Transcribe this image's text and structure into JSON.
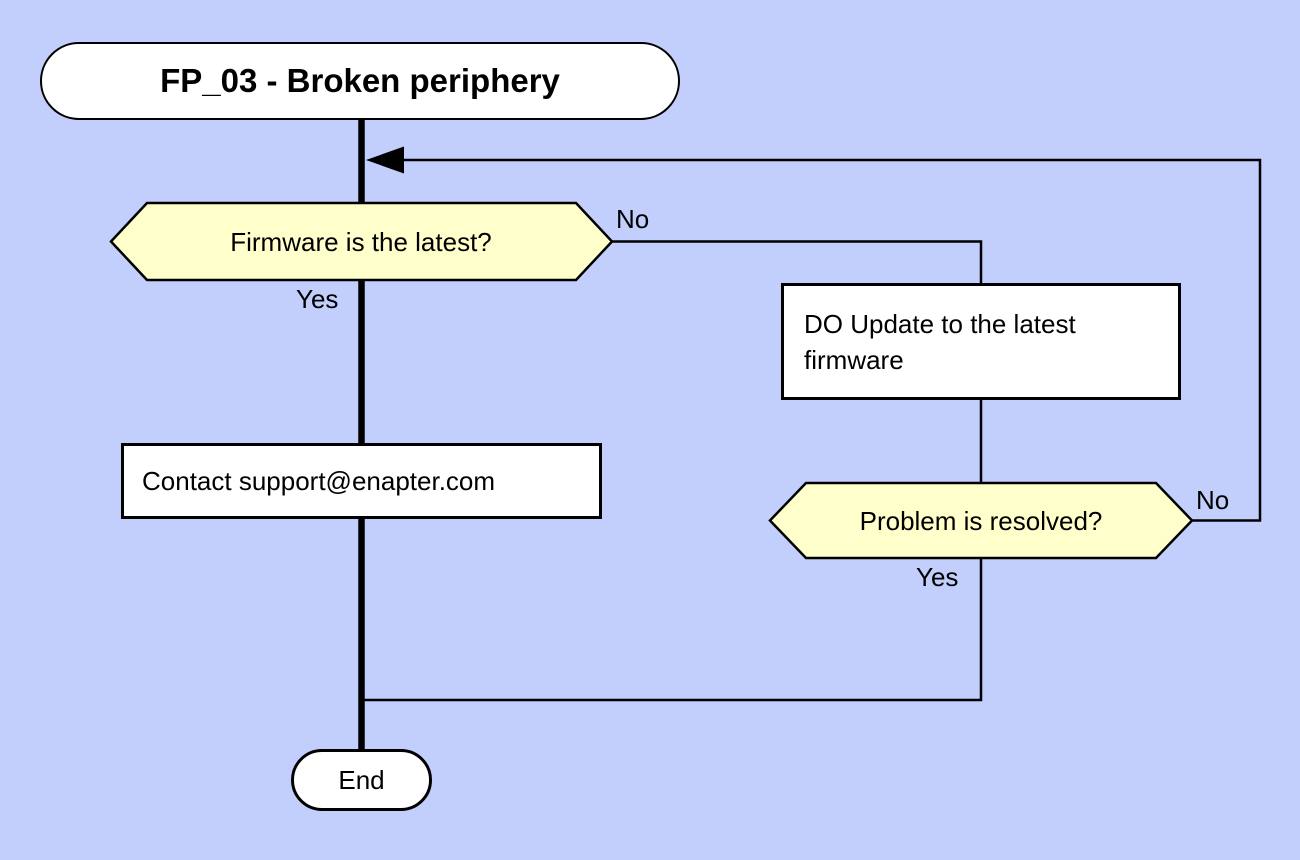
{
  "diagram": {
    "title": "FP_03 - Broken periphery",
    "nodes": {
      "start": {
        "type": "terminator",
        "label": "FP_03 - Broken periphery"
      },
      "firmware_decision": {
        "type": "decision",
        "label": "Firmware is the latest?"
      },
      "update_process": {
        "type": "process",
        "label": "DO Update to the latest firmware"
      },
      "resolved_decision": {
        "type": "decision",
        "label": "Problem is resolved?"
      },
      "contact_process": {
        "type": "process",
        "label": "Contact support@enapter.com"
      },
      "end": {
        "type": "terminator",
        "label": "End"
      }
    },
    "edge_labels": {
      "firmware_no": "No",
      "firmware_yes": "Yes",
      "resolved_no": "No",
      "resolved_yes": "Yes"
    },
    "colors": {
      "background": "#c2cffc",
      "decision_fill": "#ffffcc",
      "process_fill": "#ffffff",
      "stroke": "#000000"
    }
  }
}
